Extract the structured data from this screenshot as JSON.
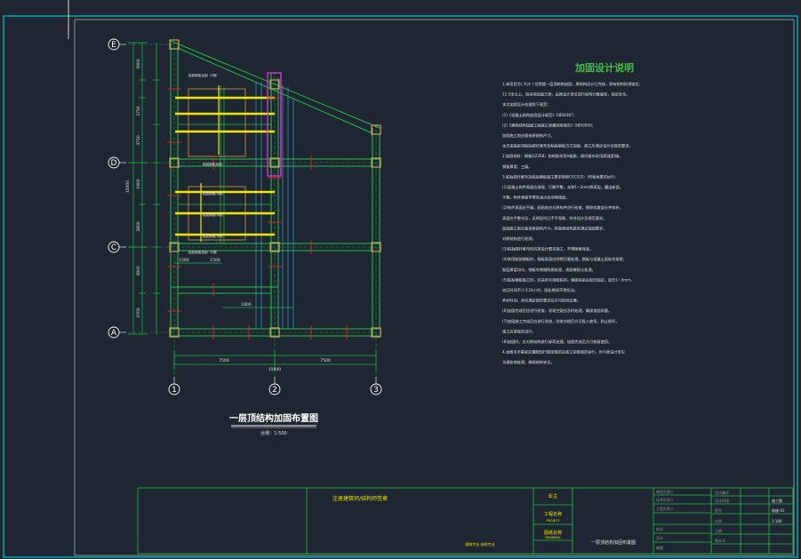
{
  "drawing": {
    "plan_title": "一层顶结构加固布置图",
    "plan_scale": "比例：1:500",
    "notes_title": "加固设计说明",
    "notes": [
      "1.本项目为( 大沙 ) 住院楼一层顶结构加固，原结构设计已完成，现有结构检测鉴定，",
      "  11.5米以上，拟采用加固方案，由原设计单位进行结构计算复核，保证安全。",
      "  本次加固设计依据如下规范：",
      "  (1)《混凝土结构加固设计规范》GB50367；",
      "  (2)《建筑结构加固工程施工质量验收规范》GB50550；",
      "      加固施工前应复核原结构尺寸。",
      "  本次加固采用粘贴碳纤维布及粘贴钢板方式加固，施工应满足设计及规范要求。",
      "2.加固材料：钢板Q235B；结构胶采用A级胶，碳纤维布采用高强度I级。",
      "  钢板厚度：三级。",
      "3.粘贴碳纤维布及粘贴钢板施工要求按照CECS25：90相关要求执行：",
      "  (1)混凝土构件表面应清理，打磨平整，去除1~3mm厚表层，露出新面。",
      "  平整，构件表面不得有油污及杂物残留。",
      "  (2)构件表面应干燥，粘贴前应对原构件进行检查，剔除松散部分并修补，",
      "  表面应平整光洁，无明显凹凸不平现象，符合设计及规范要求。",
      "  加固施工前应复核原结构尺寸，检查原结构是否满足加固要求，",
      "  对原结构进行检测。",
      "  (3)粘贴碳纤维布时应按设计要求施工，不得随意改变。",
      "  (4)采用粘贴钢板时，钢板表面应除锈打磨处理，钢板与混凝土面贴合紧密，",
      "  胶层厚度均匀，钢板外侧做防腐处理，表面做防火处理。",
      "  (5)粘贴钢板施工时，应采用专用胶粘剂，钢板粘贴后加压固定，加压1~3mm，",
      "  加压时间不少于24小时，固化期间不得扰动。",
      "  养护时间，并应满足规范要求后方可拆除支撑。",
      "  (6)加固完成后应进行检查，发现空鼓应及时处理，确保加固质量。",
      "  (7)加固施工完成后应进行验收，验收合格后方可投入使用，防止损坏。",
      "  施工应按规范进行。",
      "  (8)加固时，应对原结构进行卸荷处理，加固完成后方可恢复使用。",
      "4.本图未尽事宜应遵照现行国家规范及施工验收规范执行，并与原设计单位",
      "  沟通协商处理，确保结构安全。"
    ],
    "axes": {
      "rows": [
        "E",
        "D",
        "C",
        "A"
      ],
      "cols": [
        "1",
        "2",
        "3"
      ]
    },
    "dims_left": [
      "3900",
      "3750",
      "3750",
      "1800",
      "3800",
      "3900",
      "3700"
    ],
    "dim_left_total": "15000",
    "dims_bottom": [
      "7500",
      "7500"
    ],
    "dim_bottom_total": "15000",
    "dims_inner": [
      "1800",
      "1500",
      "1500"
    ],
    "beam_labels": [
      "粘贴钢板加固（3根）",
      "粘贴钢板加固",
      "粘贴钢板(3根)",
      "粘贴钢板(3根)",
      "粘贴钢板(3根)",
      "粘贴钢板加固（3根）"
    ],
    "colors": {
      "background": "#1e2631",
      "frame": "#00c8c8",
      "structure": "#22c24a",
      "reinforcement": "#f2e600",
      "dimension": "#19c34d",
      "highlight": "#e030e0",
      "column": "#d4a060"
    }
  },
  "title_block": {
    "designer_note": "注册建筑师/结构师签章",
    "stamp_row": "建筑专业  结构专业",
    "project_label": "工程名称",
    "project_label_en": "PROJECT",
    "drawing_label": "图纸名称",
    "drawing_label_en": "DRAWING",
    "owner_label": "业主",
    "drawing_name": "一层顶结构加固布置图",
    "sign_rows": [
      "审定负责人",
      "技术负责人",
      "工程负责人",
      "校对",
      "设计",
      "制图"
    ],
    "right_labels": [
      "设计编号",
      "设计阶段",
      "图号",
      "比例",
      "日期",
      "版本号"
    ],
    "right_values": [
      "",
      "施工图",
      "结施-01",
      "1:100",
      "",
      ""
    ]
  }
}
